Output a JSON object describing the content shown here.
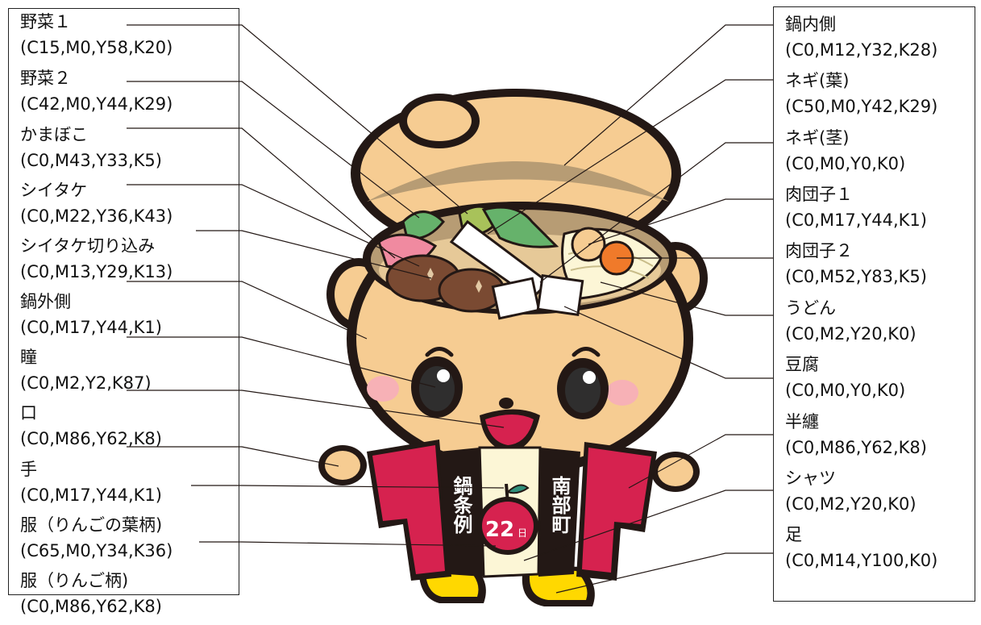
{
  "left_labels": [
    {
      "name": "野菜１",
      "cmyk": "(C15,M0,Y58,K20)"
    },
    {
      "name": "野菜２",
      "cmyk": "(C42,M0,Y44,K29)"
    },
    {
      "name": "かまぼこ",
      "cmyk": "(C0,M43,Y33,K5)"
    },
    {
      "name": "シイタケ",
      "cmyk": "(C0,M22,Y36,K43)"
    },
    {
      "name": "シイタケ切り込み",
      "cmyk": "(C0,M13,Y29,K13)"
    },
    {
      "name": "鍋外側",
      "cmyk": "(C0,M17,Y44,K1)"
    },
    {
      "name": "瞳",
      "cmyk": "(C0,M2,Y2,K87)"
    },
    {
      "name": "口",
      "cmyk": "(C0,M86,Y62,K8)"
    },
    {
      "name": "手",
      "cmyk": "(C0,M17,Y44,K1)"
    },
    {
      "name": "服（りんごの葉柄)",
      "cmyk": "(C65,M0,Y34,K36)"
    },
    {
      "name": "服（りんご柄)",
      "cmyk": "(C0,M86,Y62,K8)"
    }
  ],
  "right_labels": [
    {
      "name": "鍋内側",
      "cmyk": "(C0,M12,Y32,K28)"
    },
    {
      "name": "ネギ(葉)",
      "cmyk": "(C50,M0,Y42,K29)"
    },
    {
      "name": "ネギ(茎)",
      "cmyk": "(C0,M0,Y0,K0)"
    },
    {
      "name": "肉団子１",
      "cmyk": "(C0,M17,Y44,K1)"
    },
    {
      "name": "肉団子２",
      "cmyk": "(C0,M52,Y83,K5)"
    },
    {
      "name": "うどん",
      "cmyk": "(C0,M2,Y20,K0)"
    },
    {
      "name": "豆腐",
      "cmyk": "(C0,M0,Y0,K0)"
    },
    {
      "name": "半纏",
      "cmyk": "(C0,M86,Y62,K8)"
    },
    {
      "name": "シャツ",
      "cmyk": "(C0,M2,Y20,K0)"
    },
    {
      "name": "足",
      "cmyk": "(C0,M14,Y100,K0)"
    }
  ],
  "character": {
    "happi_left_text": "鍋条例",
    "happi_right_text": "南部町",
    "apple_number": "22",
    "apple_unit": "日"
  },
  "colors": {
    "pot_outer": "#f6cc92",
    "pot_inner": "#b79c74",
    "outline": "#231815",
    "red": "#d6224f",
    "shirt": "#fcf6d6",
    "boots": "#ffd800",
    "leek_leaf": "#66b26b",
    "veg1": "#a8c25a",
    "meatball2": "#f07a2a",
    "shiitake": "#7a4a32"
  }
}
